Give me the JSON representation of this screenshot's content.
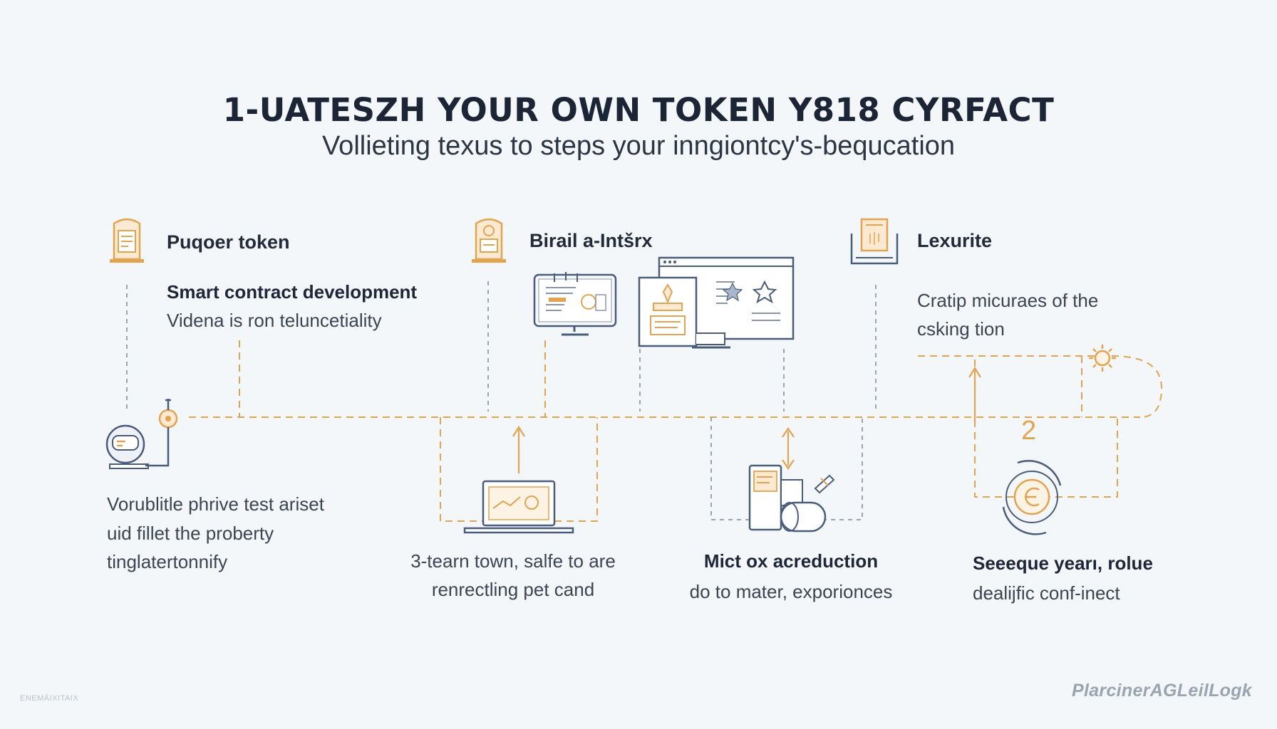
{
  "header": {
    "title": "1-UATESZH YOUR OWN TOKEN Y818 CYRFACT",
    "subtitle": "Vollieting texus to steps your inngiontcy's-bequcation"
  },
  "steps_top": [
    {
      "label": "Puqoer token",
      "subheading": "Smart contract development",
      "description": "Videna is ron teluncetiality"
    },
    {
      "label": "Birail a-Intšrx"
    },
    {
      "label": "Lexurite",
      "description_line1": "Cratip micuraes of the",
      "description_line2": "csking tion"
    }
  ],
  "steps_bottom": [
    {
      "line1": "Vorublitle phrive test ariset",
      "line2": "uid fillet the proberty",
      "line3": "tinglatertonnify"
    },
    {
      "line1": "3-tearn town, salfe to are",
      "line2": "renrectling pet cand"
    },
    {
      "title": "Mict ox acreduction",
      "line1": "do to mater, exporionces"
    },
    {
      "number": "2",
      "title": "Seeeque yearı, rolue",
      "line1": "dealijfic conf-inect"
    }
  ],
  "footer": {
    "watermark": "ENEMÄIXITAIX",
    "brand": "PlarcinerAGLeilLogk"
  },
  "colors": {
    "accent_orange": "#e2a450",
    "line_gray": "#9aa3ae",
    "icon_blue": "#4a5c7a",
    "background": "#f3f7fa"
  },
  "icons": [
    "smart-contract-doc-icon",
    "gear-doc-icon",
    "wallet-doc-icon",
    "monitor-icon",
    "browser-window-icon",
    "robot-assistant-icon",
    "laptop-icon",
    "devices-icon",
    "coin-cycle-icon",
    "gear-sun-icon"
  ]
}
